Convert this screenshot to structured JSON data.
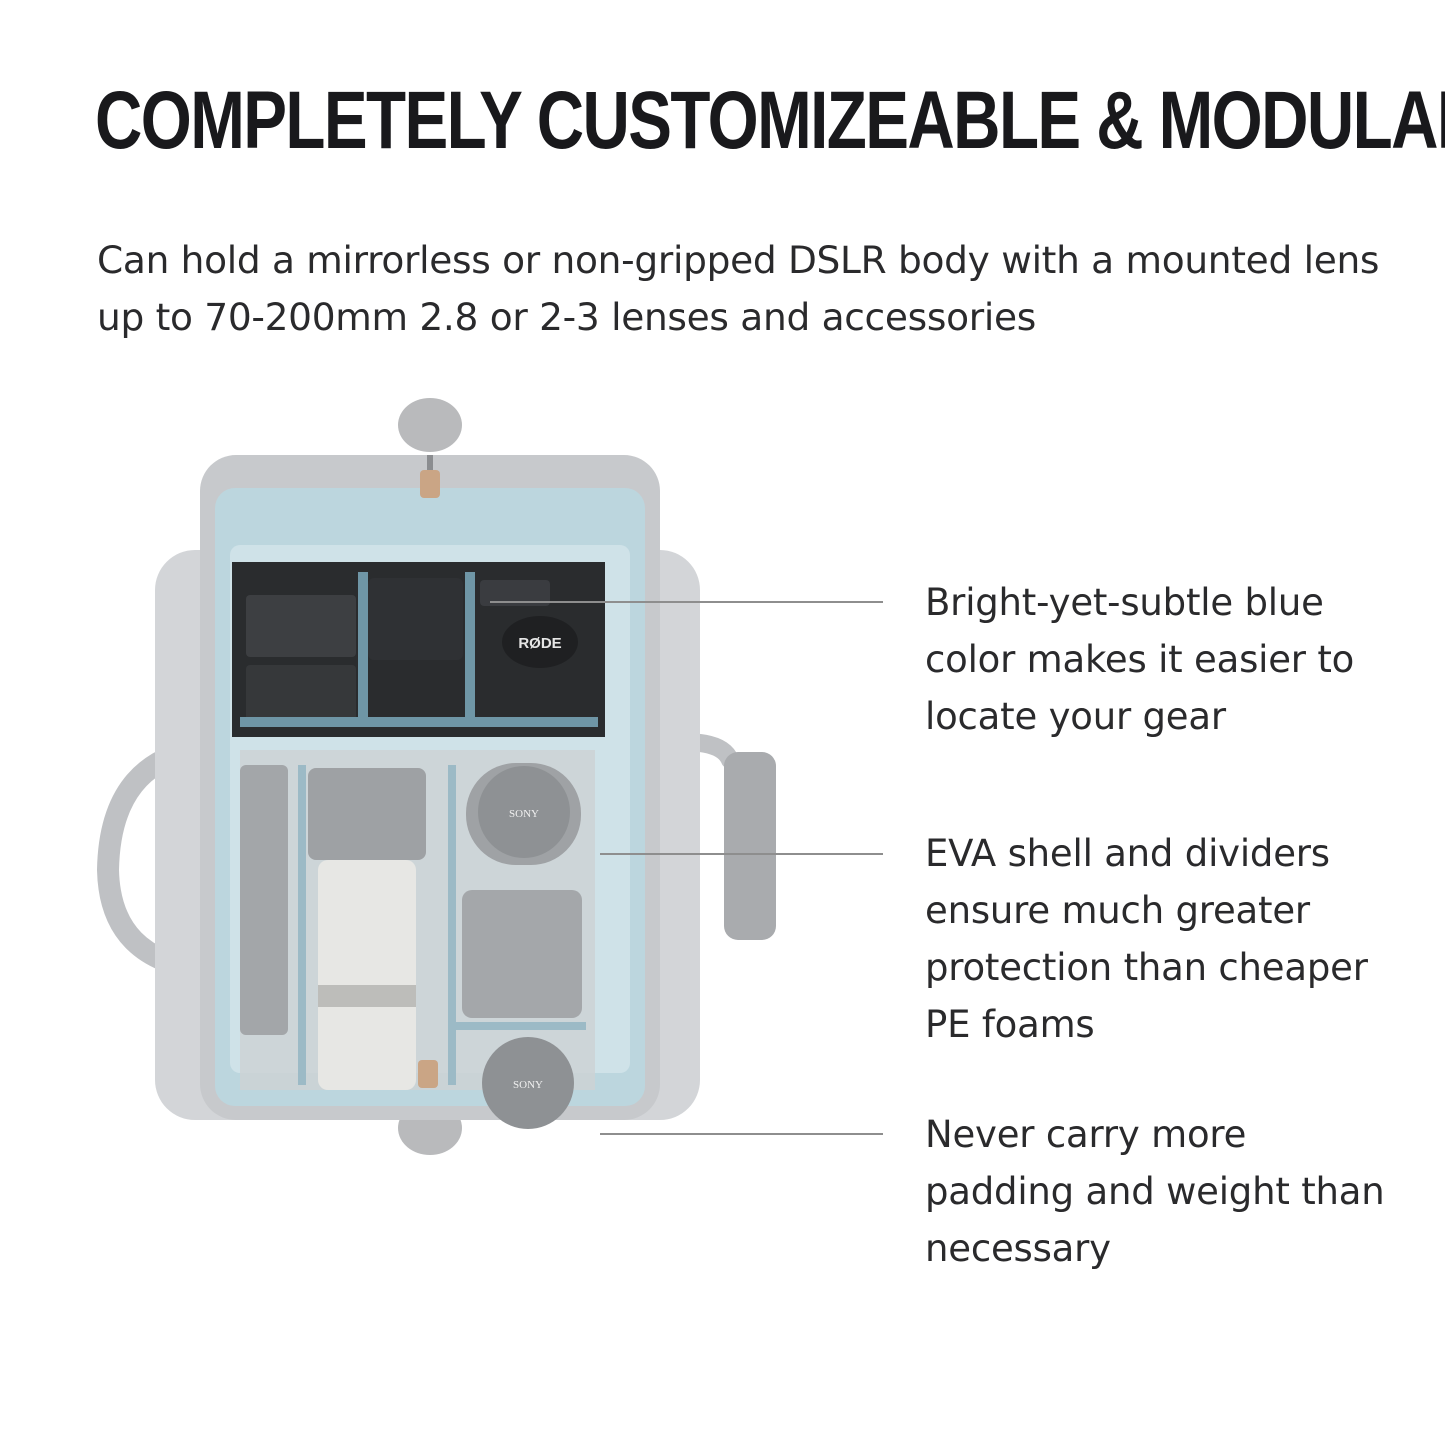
{
  "headline": "COMPLETELY CUSTOMIZEABLE & MODULAR",
  "subheadline": "Can hold a mirrorless or non-gripped DSLR body with a mounted lens up to 70-200mm 2.8 or 2-3 lenses and accessories",
  "product_labels": {
    "mic_brand": "RØDE",
    "lens_cap_top": "SONY",
    "lens_cap_bottom": "SONY"
  },
  "callouts": [
    {
      "text": "Bright-yet-subtle blue color makes it easier to locate your gear"
    },
    {
      "text": "EVA shell and dividers ensure much greater protection than cheaper PE foams"
    },
    {
      "text": "Never carry more padding and weight than necessary"
    }
  ],
  "colors": {
    "bag_shell": "#c7c9cc",
    "lining_blue": "#bcd6de",
    "divider_blue": "#6f96a6",
    "text": "#2a2a2c",
    "callout_line": "#8e8e8e"
  }
}
